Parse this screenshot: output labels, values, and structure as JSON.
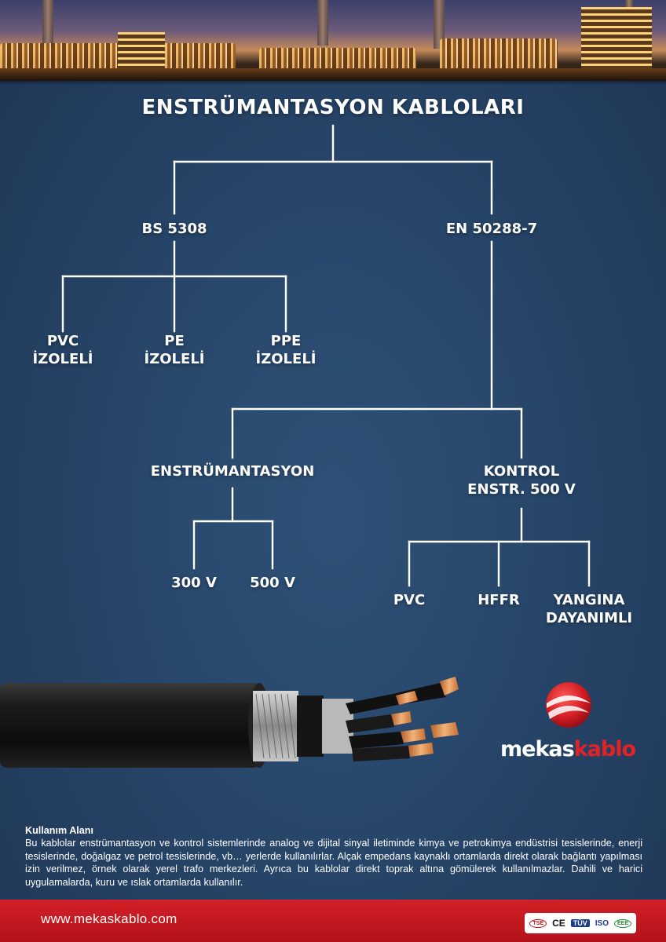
{
  "title": "ENSTRÜMANTASYON KABLOLARI",
  "tree": {
    "bs": "BS 5308",
    "en": "EN 50288-7",
    "bs_children": [
      {
        "l1": "PVC",
        "l2": "İZOLELİ"
      },
      {
        "l1": "PE",
        "l2": "İZOLELİ"
      },
      {
        "l1": "PPE",
        "l2": "İZOLELİ"
      }
    ],
    "enstr": "ENSTRÜMANTASYON",
    "kontrol": {
      "l1": "KONTROL",
      "l2": "ENSTR. 500 V"
    },
    "enstr_children": [
      "300 V",
      "500 V"
    ],
    "kontrol_children": [
      {
        "l1": "PVC",
        "l2": ""
      },
      {
        "l1": "HFFR",
        "l2": ""
      },
      {
        "l1": "YANGINA",
        "l2": "DAYANIMLI"
      }
    ]
  },
  "brand": {
    "part1": "mekas",
    "part2": "kablo",
    "accent": "#e32228"
  },
  "usage": {
    "heading": "Kullanım Alanı",
    "text": "Bu kablolar enstrümantasyon ve kontrol sistemlerinde analog ve dijital sinyal iletiminde kimya ve petrokimya endüstrisi tesislerinde, enerji tesislerinde, doğalgaz ve petrol tesislerinde, vb… yerlerde kullanılırlar. Alçak empedans kaynaklı ortamlarda direkt olarak bağlantı yapılması izin verilmez, örnek olarak yerel trafo merkezleri. Ayrıca bu kablolar direkt toprak altına gömülerek kullanılmazlar. Dahili ve harici uygulamalarda, kuru ve ıslak ortamlarda kullanılır."
  },
  "footer": {
    "url": "www.mekaskablo.com",
    "certs": [
      "TSE",
      "CE",
      "TÜV",
      "ISO",
      "EEE"
    ]
  },
  "colors": {
    "background": "#27466a",
    "footer": "#c41a22",
    "lines": "#ffffff"
  }
}
